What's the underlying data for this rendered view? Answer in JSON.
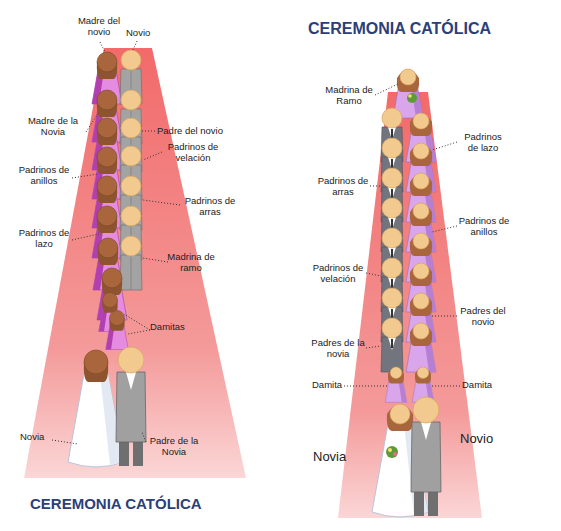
{
  "diagram": {
    "title": "CEREMONIA CATÓLICA",
    "labels": [
      "Madre del novio",
      "Novio",
      "Madre de la Novia",
      "Padre del novio",
      "Padrinos de velación",
      "Padrinos de anillos",
      "Padrinos de arras",
      "Padrinos de lazo",
      "Madrina de ramo",
      "Damitas",
      "Novia",
      "Padre de la Novia",
      "CEREMONIA CATÓLICA",
      "Madrina de Ramo",
      "Padrinos de lazo",
      "Padrinos de arras",
      "Padrinos de anillos",
      "Padrinos de velación",
      "Padres del novio",
      "Padres de la novia",
      "Damita",
      "Damita",
      "Novio",
      "Novia"
    ]
  }
}
